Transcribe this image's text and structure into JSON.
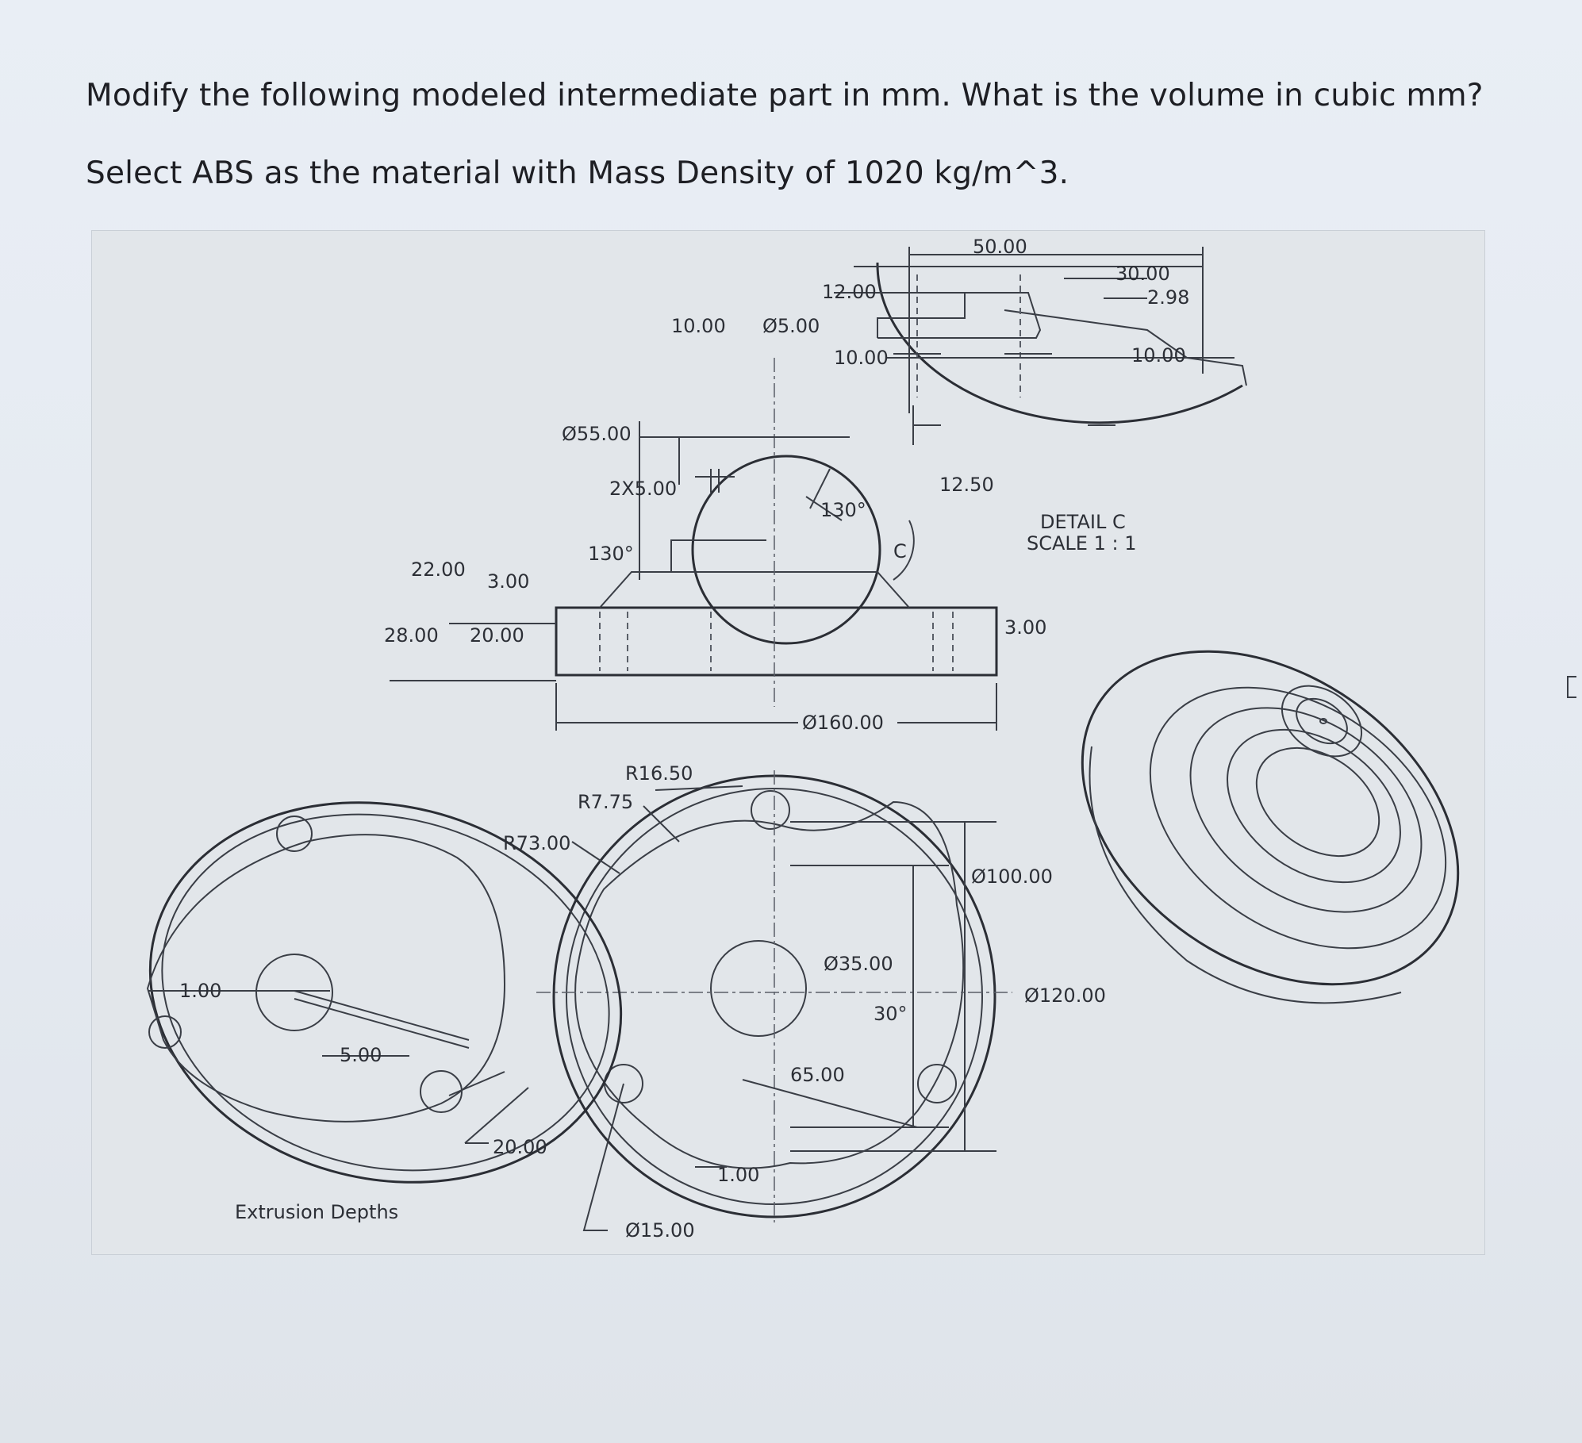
{
  "question": {
    "line1": "Modify the following modeled intermediate part in mm. What is the volume in cubic mm?",
    "line2": "Select ABS as the material with Mass Density of 1020 kg/m^3."
  },
  "drawing": {
    "detail": {
      "d50": "50.00",
      "d30": "30.00",
      "d2_98": "2.98",
      "d12": "12.00",
      "d10a": "10.00",
      "d10b": "10.00",
      "d12_50": "12.50",
      "title": "DETAIL C",
      "scale": "SCALE 1 : 1"
    },
    "section": {
      "d10": "10.00",
      "dia5": "Ø5.00",
      "dia55": "Ø55.00",
      "slots": "2X5.00",
      "ang130a": "130°",
      "ang130b": "130°",
      "leaderC": "C",
      "d22": "22.00",
      "d3a": "3.00",
      "d28": "28.00",
      "d20": "20.00",
      "d3b": "3.00",
      "dia160": "Ø160.00"
    },
    "top": {
      "r16_5": "R16.50",
      "r7_75": "R7.75",
      "r73": "R73.00",
      "dia100": "Ø100.00",
      "dia35": "Ø35.00",
      "dia120": "Ø120.00",
      "ang30": "30°",
      "d65": "65.00",
      "d1": "1.00",
      "dia15": "Ø15.00"
    },
    "extrusion": {
      "d1": "1.00",
      "d5": "5.00",
      "d20": "20.00",
      "caption": "Extrusion Depths"
    }
  }
}
